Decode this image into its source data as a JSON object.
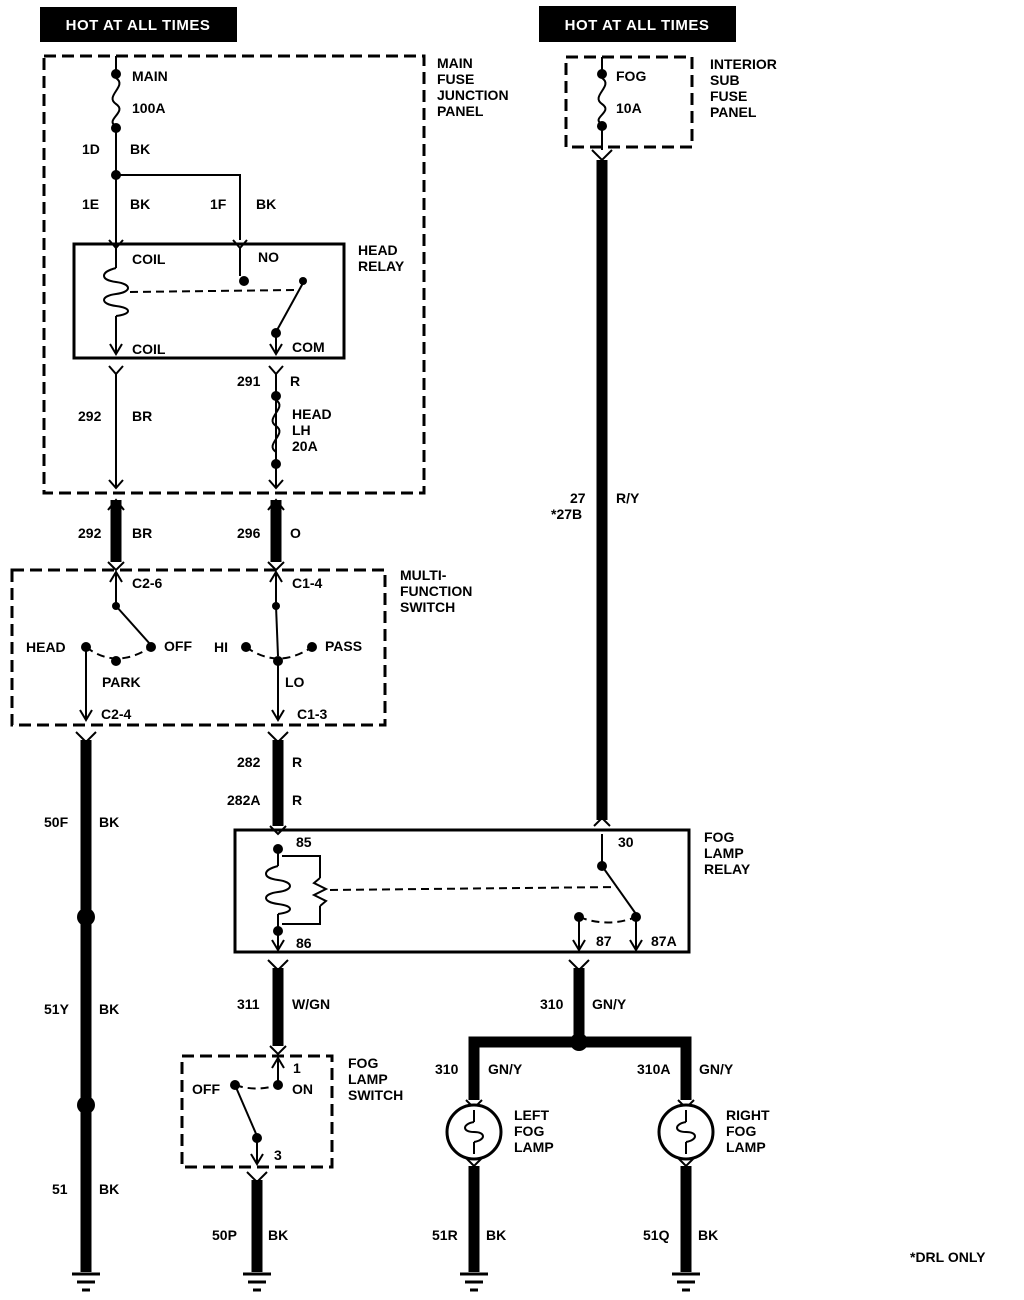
{
  "banners": {
    "left": "HOT AT ALL TIMES",
    "right": "HOT AT ALL TIMES"
  },
  "main_fuse_panel": {
    "title": [
      "MAIN",
      "FUSE",
      "JUNCTION",
      "PANEL"
    ],
    "fuse_name": "MAIN",
    "fuse_rating": "100A",
    "wire_1d": {
      "id": "1D",
      "color": "BK"
    },
    "wire_1e": {
      "id": "1E",
      "color": "BK"
    },
    "wire_1f": {
      "id": "1F",
      "color": "BK"
    }
  },
  "head_relay": {
    "title": [
      "HEAD",
      "RELAY"
    ],
    "coil_top": "COIL",
    "coil_bottom": "COIL",
    "no": "NO",
    "com": "COM",
    "wire_291": {
      "id": "291",
      "color": "R"
    },
    "wire_292_inner": {
      "id": "292",
      "color": "BR"
    },
    "fuse_label": [
      "HEAD",
      "LH",
      "20A"
    ]
  },
  "interior_sub_fuse": {
    "title": [
      "INTERIOR",
      "SUB",
      "FUSE",
      "PANEL"
    ],
    "fuse_name": "FOG",
    "fuse_rating": "10A"
  },
  "wire_292": {
    "id": "292",
    "color": "BR"
  },
  "wire_296": {
    "id": "296",
    "color": "O"
  },
  "wire_27": {
    "id": "27",
    "alt": "*27B",
    "color": "R/Y"
  },
  "multi_function_switch": {
    "title": [
      "MULTI-",
      "FUNCTION",
      "SWITCH"
    ],
    "c2_6": "C2-6",
    "c1_4": "C1-4",
    "head": "HEAD",
    "off": "OFF",
    "park": "PARK",
    "hi": "HI",
    "pass": "PASS",
    "lo": "LO",
    "c2_4": "C2-4",
    "c1_3": "C1-3"
  },
  "wire_282": {
    "id": "282",
    "color": "R"
  },
  "wire_282a": {
    "id": "282A",
    "color": "R"
  },
  "wire_50f": {
    "id": "50F",
    "color": "BK"
  },
  "wire_51y": {
    "id": "51Y",
    "color": "BK"
  },
  "wire_51": {
    "id": "51",
    "color": "BK"
  },
  "fog_lamp_relay": {
    "title": [
      "FOG",
      "LAMP",
      "RELAY"
    ],
    "t85": "85",
    "t86": "86",
    "t30": "30",
    "t87": "87",
    "t87a": "87A"
  },
  "wire_311": {
    "id": "311",
    "color": "W/GN"
  },
  "wire_310": {
    "id": "310",
    "color": "GN/Y"
  },
  "wire_310_left": {
    "id": "310",
    "color": "GN/Y"
  },
  "wire_310a": {
    "id": "310A",
    "color": "GN/Y"
  },
  "fog_lamp_switch": {
    "title": [
      "FOG",
      "LAMP",
      "SWITCH"
    ],
    "off": "OFF",
    "on": "ON",
    "t1": "1",
    "t3": "3"
  },
  "left_fog_lamp": {
    "title": [
      "LEFT",
      "FOG",
      "LAMP"
    ]
  },
  "right_fog_lamp": {
    "title": [
      "RIGHT",
      "FOG",
      "LAMP"
    ]
  },
  "wire_50p": {
    "id": "50P",
    "color": "BK"
  },
  "wire_51r": {
    "id": "51R",
    "color": "BK"
  },
  "wire_51q": {
    "id": "51Q",
    "color": "BK"
  },
  "footnote": "*DRL ONLY"
}
